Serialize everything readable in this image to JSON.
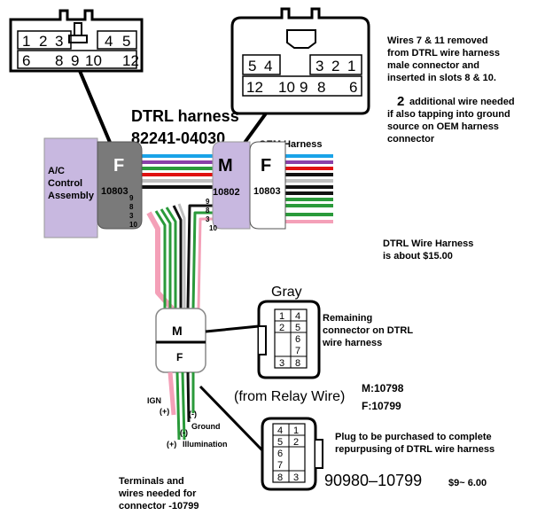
{
  "title": "DTRL harness",
  "part_number": "82241-04030",
  "oem_harness_label": "OEM Harness",
  "ac_label": [
    "A/C",
    "Control",
    "Assembly"
  ],
  "conn_left": {
    "gender": "F",
    "code": "10803",
    "slots": [
      "9",
      "8",
      "3",
      "10"
    ]
  },
  "conn_mid": {
    "gender": "M",
    "code": "10802",
    "slots": [
      "9",
      "8",
      "3",
      "10"
    ]
  },
  "conn_oem": {
    "gender": "F",
    "code": "10803"
  },
  "male_pinout": {
    "row1": [
      "1",
      "2",
      "3",
      "4",
      "5"
    ],
    "row2": [
      "6",
      "8",
      "9",
      "10",
      "12"
    ]
  },
  "female_pinout": {
    "row1": [
      "5",
      "4",
      "3",
      "2",
      "1"
    ],
    "row2": [
      "12",
      "10",
      "9",
      "8",
      "6"
    ]
  },
  "note_removed": [
    "Wires 7 & 11  removed",
    "from DTRL wire harness",
    "male connector and",
    "inserted in slots 8 & 10."
  ],
  "note_additional_num": "2",
  "note_additional": [
    "additional wire needed",
    "if also tapping into ground",
    "source on OEM harness",
    "connector"
  ],
  "price_note": [
    "DTRL Wire Harness",
    "is about $15.00"
  ],
  "mf_connector": {
    "top": "M",
    "bottom": "F"
  },
  "gray_label": "Gray",
  "gray_pins": [
    [
      "1",
      "4"
    ],
    [
      "2",
      "5"
    ],
    [
      "",
      "6"
    ],
    [
      "",
      "7"
    ],
    [
      "3",
      "8"
    ]
  ],
  "remaining_note": [
    "Remaining",
    "connector on DTRL",
    "wire harness"
  ],
  "relay_label": "(from Relay Wire)",
  "m_part": "M:10798",
  "f_part": "F:10799",
  "wire_labels": {
    "ign": "IGN",
    "ign_sign": "(+)",
    "minus1": "(-)",
    "ground": "Ground",
    "minus2": "(-)",
    "plus": "(+)",
    "illumination": "Illumination"
  },
  "plug_pins": [
    [
      "4",
      "1"
    ],
    [
      "5",
      "2"
    ],
    [
      "6",
      ""
    ],
    [
      "7",
      ""
    ],
    [
      "8",
      "3"
    ]
  ],
  "plug_note": [
    "Plug to be purchased to complete",
    "repurpusing of DTRL wire harness"
  ],
  "plug_part": "90980–10799",
  "plug_price": "$9~ 6.00",
  "terminals_note": [
    "Terminals and",
    "wires needed for",
    "connector -10799"
  ]
}
